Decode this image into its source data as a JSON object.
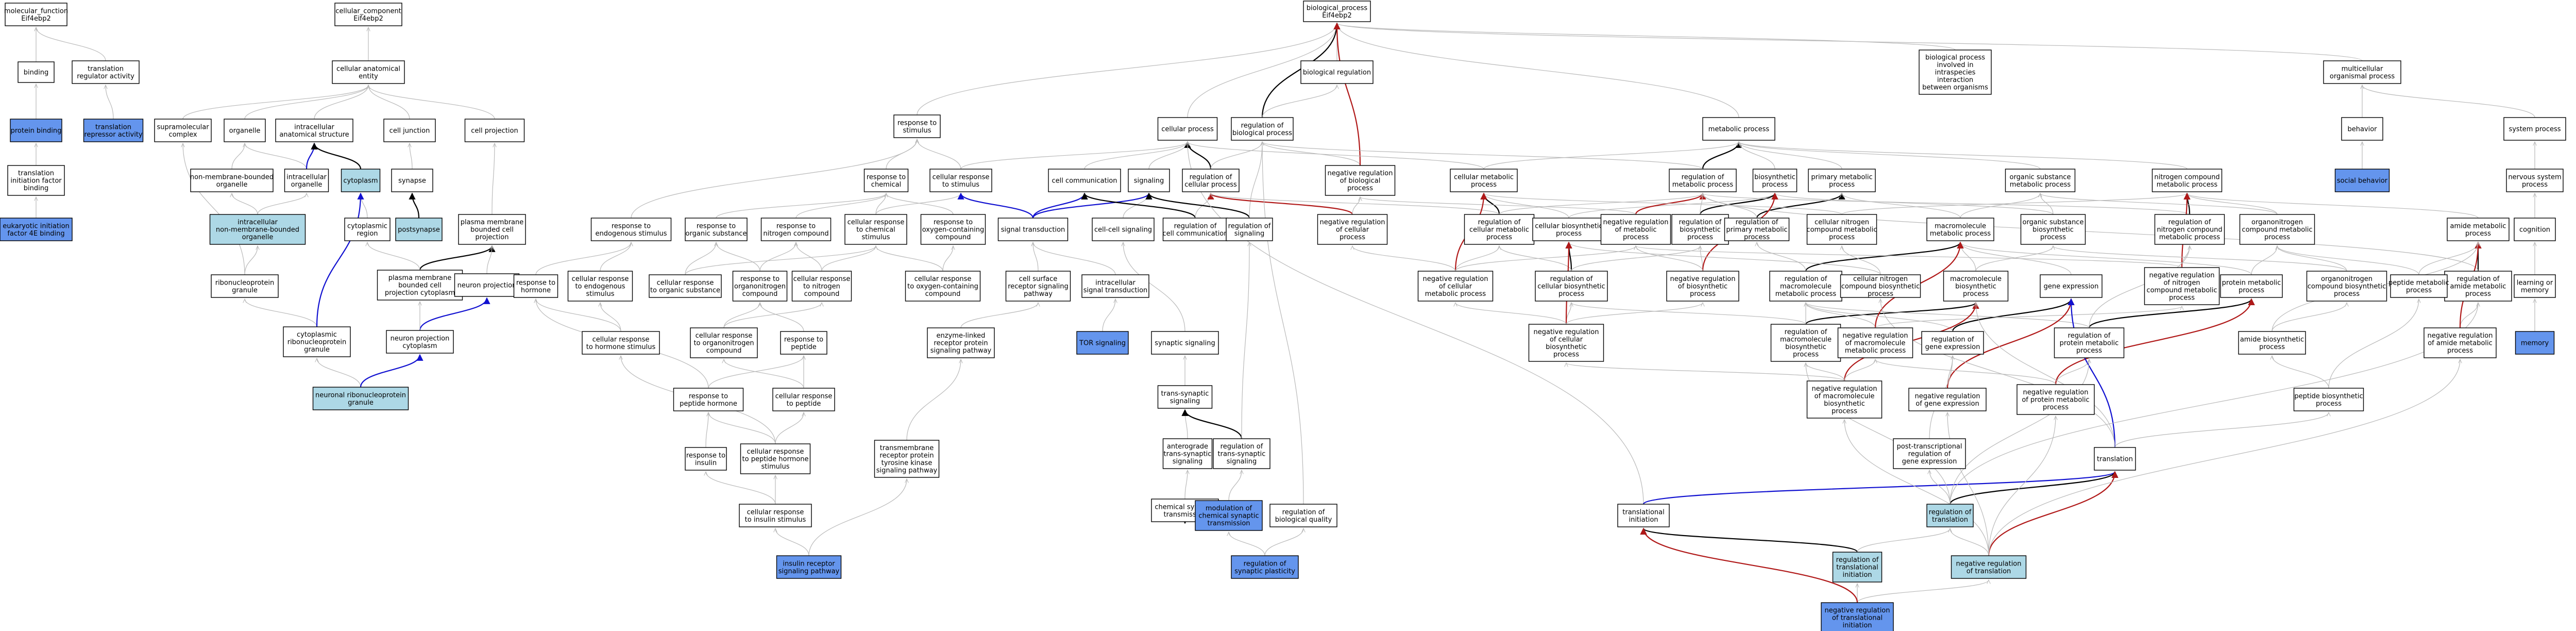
{
  "colors": {
    "default_fill": "#ffffff",
    "light_blue_fill": "#add8e6",
    "blue_fill": "#6495ed",
    "is_a_edge": "#b9b9b9",
    "part_of_edge": "#000000",
    "positively_regulates_edge": "#1010d0",
    "negatively_regulates_edge": "#b01818"
  },
  "nodes": [
    {
      "id": "mf",
      "lines": [
        "molecular_function",
        "Eif4ebp2"
      ],
      "fill": "white"
    },
    {
      "id": "cc",
      "lines": [
        "cellular_component",
        "Eif4ebp2"
      ],
      "fill": "white"
    },
    {
      "id": "bp",
      "lines": [
        "biological_process",
        "Eif4ebp2"
      ],
      "fill": "white"
    },
    {
      "id": "binding",
      "lines": [
        "binding"
      ],
      "fill": "white"
    },
    {
      "id": "trra",
      "lines": [
        "translation",
        "regulator activity"
      ],
      "fill": "white"
    },
    {
      "id": "pbind",
      "lines": [
        "protein binding"
      ],
      "fill": "blue"
    },
    {
      "id": "trepr",
      "lines": [
        "translation",
        "repressor activity"
      ],
      "fill": "blue"
    },
    {
      "id": "tifb",
      "lines": [
        "translation",
        "initiation factor",
        "binding"
      ],
      "fill": "white"
    },
    {
      "id": "eif4e",
      "lines": [
        "eukaryotic initiation",
        "factor 4E binding"
      ],
      "fill": "blue"
    },
    {
      "id": "cae",
      "lines": [
        "cellular anatomical",
        "entity"
      ],
      "fill": "white"
    },
    {
      "id": "supra",
      "lines": [
        "supramolecular",
        "complex"
      ],
      "fill": "white"
    },
    {
      "id": "organelle",
      "lines": [
        "organelle"
      ],
      "fill": "white"
    },
    {
      "id": "ias",
      "lines": [
        "intracellular",
        "anatomical structure"
      ],
      "fill": "white"
    },
    {
      "id": "celljunc",
      "lines": [
        "cell junction"
      ],
      "fill": "white"
    },
    {
      "id": "cellproj",
      "lines": [
        "cell projection"
      ],
      "fill": "white"
    },
    {
      "id": "nmbo",
      "lines": [
        "non-membrane-bounded",
        "organelle"
      ],
      "fill": "white"
    },
    {
      "id": "iorg",
      "lines": [
        "intracellular",
        "organelle"
      ],
      "fill": "white"
    },
    {
      "id": "cytoplasm",
      "lines": [
        "cytoplasm"
      ],
      "fill": "lightblue"
    },
    {
      "id": "synapse",
      "lines": [
        "synapse"
      ],
      "fill": "white"
    },
    {
      "id": "inmbo",
      "lines": [
        "intracellular",
        "non-membrane-bounded",
        "organelle"
      ],
      "fill": "lightblue"
    },
    {
      "id": "cytreg",
      "lines": [
        "cytoplasmic",
        "region"
      ],
      "fill": "white"
    },
    {
      "id": "postsyn",
      "lines": [
        "postsynapse"
      ],
      "fill": "lightblue"
    },
    {
      "id": "pmbcp",
      "lines": [
        "plasma membrane",
        "bounded cell",
        "projection"
      ],
      "fill": "white"
    },
    {
      "id": "rnpg",
      "lines": [
        "ribonucleoprotein",
        "granule"
      ],
      "fill": "white"
    },
    {
      "id": "pmbcpc",
      "lines": [
        "plasma membrane",
        "bounded cell",
        "projection cytoplasm"
      ],
      "fill": "white"
    },
    {
      "id": "neuproj",
      "lines": [
        "neuron projection"
      ],
      "fill": "white"
    },
    {
      "id": "crnpg",
      "lines": [
        "cytoplasmic",
        "ribonucleoprotein",
        "granule"
      ],
      "fill": "white"
    },
    {
      "id": "npc",
      "lines": [
        "neuron projection",
        "cytoplasm"
      ],
      "fill": "white"
    },
    {
      "id": "nrnpg",
      "lines": [
        "neuronal ribonucleoprotein",
        "granule"
      ],
      "fill": "lightblue"
    },
    {
      "id": "bioreg",
      "lines": [
        "biological regulation"
      ],
      "fill": "white"
    },
    {
      "id": "multiorg",
      "lines": [
        "biological process",
        "involved in",
        "intraspecies",
        "interaction",
        "between organisms"
      ],
      "fill": "white"
    },
    {
      "id": "multicell",
      "lines": [
        "multicellular",
        "organismal process"
      ],
      "fill": "white"
    },
    {
      "id": "rts",
      "lines": [
        "response to",
        "stimulus"
      ],
      "fill": "white"
    },
    {
      "id": "cellproc",
      "lines": [
        "cellular process"
      ],
      "fill": "white"
    },
    {
      "id": "rbp",
      "lines": [
        "regulation of",
        "biological process"
      ],
      "fill": "white"
    },
    {
      "id": "metab",
      "lines": [
        "metabolic process"
      ],
      "fill": "white"
    },
    {
      "id": "behavior",
      "lines": [
        "behavior"
      ],
      "fill": "white"
    },
    {
      "id": "sysproc",
      "lines": [
        "system process"
      ],
      "fill": "white"
    },
    {
      "id": "rtchem",
      "lines": [
        "response to",
        "chemical"
      ],
      "fill": "white"
    },
    {
      "id": "crts",
      "lines": [
        "cellular response",
        "to stimulus"
      ],
      "fill": "white"
    },
    {
      "id": "cellcomm",
      "lines": [
        "cell communication"
      ],
      "fill": "white"
    },
    {
      "id": "signaling",
      "lines": [
        "signaling"
      ],
      "fill": "white"
    },
    {
      "id": "rcp",
      "lines": [
        "regulation of",
        "cellular process"
      ],
      "fill": "white"
    },
    {
      "id": "nrbp",
      "lines": [
        "negative regulation",
        "of biological",
        "process"
      ],
      "fill": "white"
    },
    {
      "id": "socbeh",
      "lines": [
        "social behavior"
      ],
      "fill": "blue"
    },
    {
      "id": "nsp",
      "lines": [
        "nervous system",
        "process"
      ],
      "fill": "white"
    },
    {
      "id": "cellmet",
      "lines": [
        "cellular metabolic",
        "process"
      ],
      "fill": "white"
    },
    {
      "id": "rmp",
      "lines": [
        "regulation of",
        "metabolic process"
      ],
      "fill": "white"
    },
    {
      "id": "biosyn",
      "lines": [
        "biosynthetic",
        "process"
      ],
      "fill": "white"
    },
    {
      "id": "primmet",
      "lines": [
        "primary metabolic",
        "process"
      ],
      "fill": "white"
    },
    {
      "id": "osmp",
      "lines": [
        "organic substance",
        "metabolic process"
      ],
      "fill": "white"
    },
    {
      "id": "ncmp",
      "lines": [
        "nitrogen compound",
        "metabolic process"
      ],
      "fill": "white"
    },
    {
      "id": "amidemet",
      "lines": [
        "amide metabolic",
        "process"
      ],
      "fill": "white"
    },
    {
      "id": "cognition",
      "lines": [
        "cognition"
      ],
      "fill": "white"
    },
    {
      "id": "rtecs",
      "lines": [
        "response to",
        "endogenous stimulus"
      ],
      "fill": "white"
    },
    {
      "id": "rtos",
      "lines": [
        "response to",
        "organic substance"
      ],
      "fill": "white"
    },
    {
      "id": "rtnc",
      "lines": [
        "response to",
        "nitrogen compound"
      ],
      "fill": "white"
    },
    {
      "id": "crtchem",
      "lines": [
        "cellular response",
        "to chemical",
        "stimulus"
      ],
      "fill": "white"
    },
    {
      "id": "rtocc",
      "lines": [
        "response to",
        "oxygen-containing",
        "compound"
      ],
      "fill": "white"
    },
    {
      "id": "sigtrans",
      "lines": [
        "signal transduction"
      ],
      "fill": "white"
    },
    {
      "id": "ccsig",
      "lines": [
        "cell-cell signaling"
      ],
      "fill": "white"
    },
    {
      "id": "rcc",
      "lines": [
        "regulation of",
        "cell communication"
      ],
      "fill": "white"
    },
    {
      "id": "rsig",
      "lines": [
        "regulation of",
        "signaling"
      ],
      "fill": "white"
    },
    {
      "id": "nrcp",
      "lines": [
        "negative regulation",
        "of cellular",
        "process"
      ],
      "fill": "white"
    },
    {
      "id": "rcmp",
      "lines": [
        "regulation of",
        "cellular metabolic",
        "process"
      ],
      "fill": "white"
    },
    {
      "id": "cbp",
      "lines": [
        "cellular biosynthetic",
        "process"
      ],
      "fill": "white"
    },
    {
      "id": "nrmp",
      "lines": [
        "negative regulation",
        "of metabolic",
        "process"
      ],
      "fill": "white"
    },
    {
      "id": "rbiosyn",
      "lines": [
        "regulation of",
        "biosynthetic",
        "process"
      ],
      "fill": "white"
    },
    {
      "id": "rpmp",
      "lines": [
        "regulation of",
        "primary metabolic",
        "process"
      ],
      "fill": "white"
    },
    {
      "id": "cncbp",
      "lines": [
        "cellular nitrogen",
        "compound metabolic",
        "process"
      ],
      "fill": "white"
    },
    {
      "id": "mmp",
      "lines": [
        "macromolecule",
        "metabolic process"
      ],
      "fill": "white"
    },
    {
      "id": "osbp",
      "lines": [
        "organic substance",
        "biosynthetic",
        "process"
      ],
      "fill": "white"
    },
    {
      "id": "rncmp",
      "lines": [
        "regulation of",
        "nitrogen compound",
        "metabolic process"
      ],
      "fill": "white"
    },
    {
      "id": "oncmp",
      "lines": [
        "organonitrogen",
        "compound metabolic",
        "process"
      ],
      "fill": "white"
    },
    {
      "id": "ramp",
      "lines": [
        "regulation of",
        "amide metabolic",
        "process"
      ],
      "fill": "white"
    },
    {
      "id": "lom",
      "lines": [
        "learning or",
        "memory"
      ],
      "fill": "white"
    },
    {
      "id": "rthorm",
      "lines": [
        "response to",
        "hormone"
      ],
      "fill": "white"
    },
    {
      "id": "crtes",
      "lines": [
        "cellular response",
        "to endogenous",
        "stimulus"
      ],
      "fill": "white"
    },
    {
      "id": "crtos",
      "lines": [
        "cellular response",
        "to organic substance"
      ],
      "fill": "white"
    },
    {
      "id": "rtoc",
      "lines": [
        "response to",
        "organonitrogen",
        "compound"
      ],
      "fill": "white"
    },
    {
      "id": "crtnc",
      "lines": [
        "cellular response",
        "to nitrogen",
        "compound"
      ],
      "fill": "white"
    },
    {
      "id": "crtocc",
      "lines": [
        "cellular response",
        "to oxygen-containing",
        "compound"
      ],
      "fill": "white"
    },
    {
      "id": "csrsp",
      "lines": [
        "cell surface",
        "receptor signaling",
        "pathway"
      ],
      "fill": "white"
    },
    {
      "id": "ist",
      "lines": [
        "intracellular",
        "signal transduction"
      ],
      "fill": "white"
    },
    {
      "id": "nrcmp",
      "lines": [
        "negative regulation",
        "of cellular",
        "metabolic process"
      ],
      "fill": "white"
    },
    {
      "id": "rcbp",
      "lines": [
        "regulation of",
        "cellular biosynthetic",
        "process"
      ],
      "fill": "white"
    },
    {
      "id": "nrbiosyn",
      "lines": [
        "negative regulation",
        "of biosynthetic",
        "process"
      ],
      "fill": "white"
    },
    {
      "id": "rmmp",
      "lines": [
        "regulation of",
        "macromolecule",
        "metabolic process"
      ],
      "fill": "white"
    },
    {
      "id": "cncbp2",
      "lines": [
        "cellular nitrogen",
        "compound biosynthetic",
        "process"
      ],
      "fill": "white"
    },
    {
      "id": "mbp",
      "lines": [
        "macromolecule",
        "biosynthetic",
        "process"
      ],
      "fill": "white"
    },
    {
      "id": "geneexp",
      "lines": [
        "gene expression"
      ],
      "fill": "white"
    },
    {
      "id": "nrncmp",
      "lines": [
        "negative regulation",
        "of nitrogen",
        "compound metabolic",
        "process"
      ],
      "fill": "white"
    },
    {
      "id": "pmp",
      "lines": [
        "protein metabolic",
        "process"
      ],
      "fill": "white"
    },
    {
      "id": "ocbp",
      "lines": [
        "organonitrogen",
        "compound biosynthetic",
        "process"
      ],
      "fill": "white"
    },
    {
      "id": "pepmet",
      "lines": [
        "peptide metabolic",
        "process"
      ],
      "fill": "white"
    },
    {
      "id": "nramp",
      "lines": [
        "negative regulation",
        "of amide metabolic",
        "process"
      ],
      "fill": "white"
    },
    {
      "id": "memory",
      "lines": [
        "memory"
      ],
      "fill": "blue"
    },
    {
      "id": "crths",
      "lines": [
        "cellular response",
        "to hormone stimulus"
      ],
      "fill": "white"
    },
    {
      "id": "crtoc",
      "lines": [
        "cellular response",
        "to organonitrogen",
        "compound"
      ],
      "fill": "white"
    },
    {
      "id": "rtpep",
      "lines": [
        "response to",
        "peptide"
      ],
      "fill": "white"
    },
    {
      "id": "elrsp",
      "lines": [
        "enzyme-linked",
        "receptor protein",
        "signaling pathway"
      ],
      "fill": "white"
    },
    {
      "id": "tor",
      "lines": [
        "TOR signaling"
      ],
      "fill": "blue"
    },
    {
      "id": "synsig",
      "lines": [
        "synaptic signaling"
      ],
      "fill": "white"
    },
    {
      "id": "nrcbp",
      "lines": [
        "negative regulation",
        "of cellular",
        "biosynthetic",
        "process"
      ],
      "fill": "white"
    },
    {
      "id": "rmbp",
      "lines": [
        "regulation of",
        "macromolecule",
        "biosynthetic",
        "process"
      ],
      "fill": "white"
    },
    {
      "id": "nrmmp",
      "lines": [
        "negative regulation",
        "of macromolecule",
        "metabolic process"
      ],
      "fill": "white"
    },
    {
      "id": "rge",
      "lines": [
        "regulation of",
        "gene expression"
      ],
      "fill": "white"
    },
    {
      "id": "rpmp2",
      "lines": [
        "regulation of",
        "protein metabolic",
        "process"
      ],
      "fill": "white"
    },
    {
      "id": "abp",
      "lines": [
        "amide biosynthetic",
        "process"
      ],
      "fill": "white"
    },
    {
      "id": "tss",
      "lines": [
        "trans-synaptic",
        "signaling"
      ],
      "fill": "white"
    },
    {
      "id": "rtph",
      "lines": [
        "response to",
        "peptide hormone"
      ],
      "fill": "white"
    },
    {
      "id": "crtpep",
      "lines": [
        "cellular response",
        "to peptide"
      ],
      "fill": "white"
    },
    {
      "id": "atss",
      "lines": [
        "anterograde",
        "trans-synaptic",
        "signaling"
      ],
      "fill": "white"
    },
    {
      "id": "rtss",
      "lines": [
        "regulation of",
        "trans-synaptic",
        "signaling"
      ],
      "fill": "white"
    },
    {
      "id": "nrmbp",
      "lines": [
        "negative regulation",
        "of macromolecule",
        "biosynthetic",
        "process"
      ],
      "fill": "white"
    },
    {
      "id": "nrge",
      "lines": [
        "negative regulation",
        "of gene expression"
      ],
      "fill": "white"
    },
    {
      "id": "nrpmp",
      "lines": [
        "negative regulation",
        "of protein metabolic",
        "process"
      ],
      "fill": "white"
    },
    {
      "id": "pepbp",
      "lines": [
        "peptide biosynthetic",
        "process"
      ],
      "fill": "white"
    },
    {
      "id": "tmrtk",
      "lines": [
        "transmembrane",
        "receptor protein",
        "tyrosine kinase",
        "signaling pathway"
      ],
      "fill": "white"
    },
    {
      "id": "rtins",
      "lines": [
        "response to",
        "insulin"
      ],
      "fill": "white"
    },
    {
      "id": "crtphs",
      "lines": [
        "cellular response",
        "to peptide hormone",
        "stimulus"
      ],
      "fill": "white"
    },
    {
      "id": "cst",
      "lines": [
        "chemical synaptic",
        "transmission"
      ],
      "fill": "white"
    },
    {
      "id": "ptrge",
      "lines": [
        "post-transcriptional",
        "regulation of",
        "gene expression"
      ],
      "fill": "white"
    },
    {
      "id": "translation",
      "lines": [
        "translation"
      ],
      "fill": "white"
    },
    {
      "id": "crtins",
      "lines": [
        "cellular response",
        "to insulin stimulus"
      ],
      "fill": "white"
    },
    {
      "id": "modcst",
      "lines": [
        "modulation of",
        "chemical synaptic",
        "transmission"
      ],
      "fill": "blue"
    },
    {
      "id": "rbq",
      "lines": [
        "regulation of",
        "biological quality"
      ],
      "fill": "white"
    },
    {
      "id": "transinit",
      "lines": [
        "translational",
        "initiation"
      ],
      "fill": "white"
    },
    {
      "id": "rtrans",
      "lines": [
        "regulation of",
        "translation"
      ],
      "fill": "lightblue"
    },
    {
      "id": "irsp",
      "lines": [
        "insulin receptor",
        "signaling pathway"
      ],
      "fill": "blue"
    },
    {
      "id": "rsp",
      "lines": [
        "regulation of",
        "synaptic plasticity"
      ],
      "fill": "blue"
    },
    {
      "id": "rti",
      "lines": [
        "regulation of",
        "translational",
        "initiation"
      ],
      "fill": "lightblue"
    },
    {
      "id": "nrtrans",
      "lines": [
        "negative regulation",
        "of translation"
      ],
      "fill": "lightblue"
    },
    {
      "id": "nrti",
      "lines": [
        "negative regulation",
        "of translational",
        "initiation"
      ],
      "fill": "blue"
    }
  ]
}
